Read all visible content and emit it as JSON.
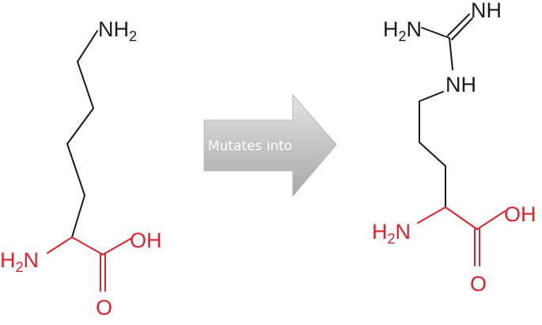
{
  "left_molecule": {
    "name": "lysine",
    "labels": {
      "side_amine_N": "NH",
      "side_amine_sub": "2",
      "amine_H": "H",
      "amine_sub": "2",
      "amine_N": "N",
      "hydroxyl": "OH",
      "carbonyl_O": "O"
    }
  },
  "arrow": {
    "label": "Mutates into"
  },
  "right_molecule": {
    "name": "arginine",
    "labels": {
      "guan_H": "H",
      "guan_sub": "2",
      "guan_N": "N",
      "imine": "NH",
      "secondary_amine": "NH",
      "amine_H": "H",
      "amine_sub": "2",
      "amine_N": "N",
      "hydroxyl": "OH",
      "carbonyl_O": "O"
    }
  },
  "colors": {
    "backbone": "#e0202a",
    "chain": "#1a1a1a",
    "arrow": "#c8c8c8"
  }
}
